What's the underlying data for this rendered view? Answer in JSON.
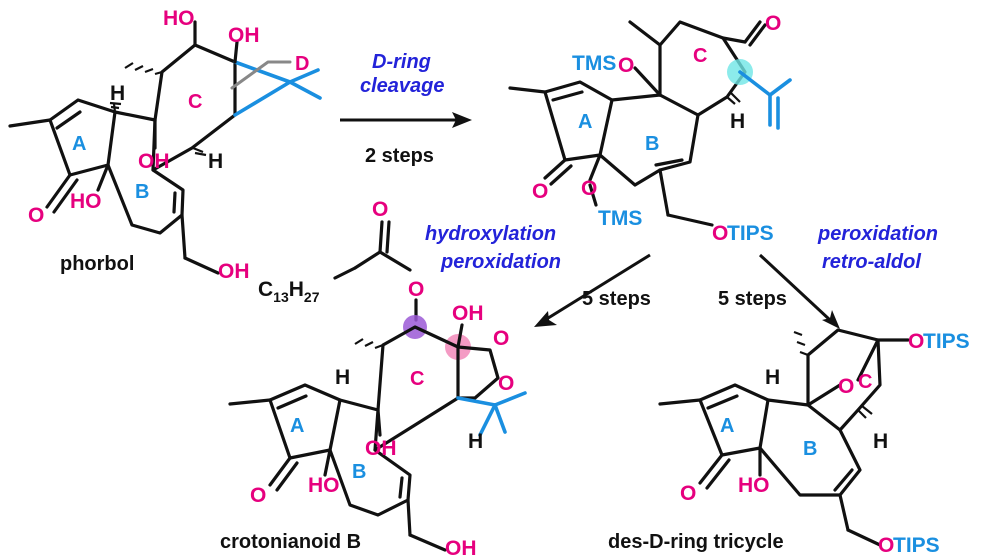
{
  "compounds": {
    "phorbol": {
      "name": "phorbol",
      "ring_labels": [
        "A",
        "B",
        "C",
        "D"
      ],
      "atoms": {
        "oxygen": "O",
        "hydroxyl": "HO",
        "hydroxyl_r": "OH",
        "hydrogen": "H"
      }
    },
    "intermediate": {
      "ring_labels": [
        "A",
        "B",
        "C"
      ],
      "atoms": {
        "tms": "TMS",
        "otips": "OTIPS",
        "oxygen": "O",
        "hydrogen": "H"
      }
    },
    "crotonianoid": {
      "name": "crotonianoid B",
      "ring_labels": [
        "A",
        "B",
        "C"
      ],
      "ester": {
        "prefix": "C",
        "c_count": "13",
        "h_prefix": "H",
        "h_count": "27"
      },
      "atoms": {
        "oxygen": "O",
        "hydroxyl": "HO",
        "hydroxyl_r": "OH",
        "hydrogen": "H"
      }
    },
    "tricycle": {
      "name": "des-D-ring tricycle",
      "ring_labels": [
        "A",
        "B",
        "C"
      ],
      "atoms": {
        "otips": "OTIPS",
        "oxygen": "O",
        "hydroxyl": "HO",
        "hydrogen": "H"
      }
    }
  },
  "reactions": [
    {
      "conditions": [
        "D-ring",
        "cleavage"
      ],
      "steps": "2 steps"
    },
    {
      "conditions": [
        "hydroxylation",
        "peroxidation"
      ],
      "steps": "5 steps"
    },
    {
      "conditions": [
        "peroxidation",
        "retro-aldol"
      ],
      "steps": "5 steps"
    }
  ],
  "colors": {
    "oxygen": "#e6007e",
    "ring_label": "#1a8fe0",
    "ring_label_c": "#e6007e",
    "conditions": "#2323d9",
    "highlight_cyan": "#6fe6e6",
    "highlight_purple": "#9b59d6",
    "highlight_pink": "#f07ab0"
  }
}
